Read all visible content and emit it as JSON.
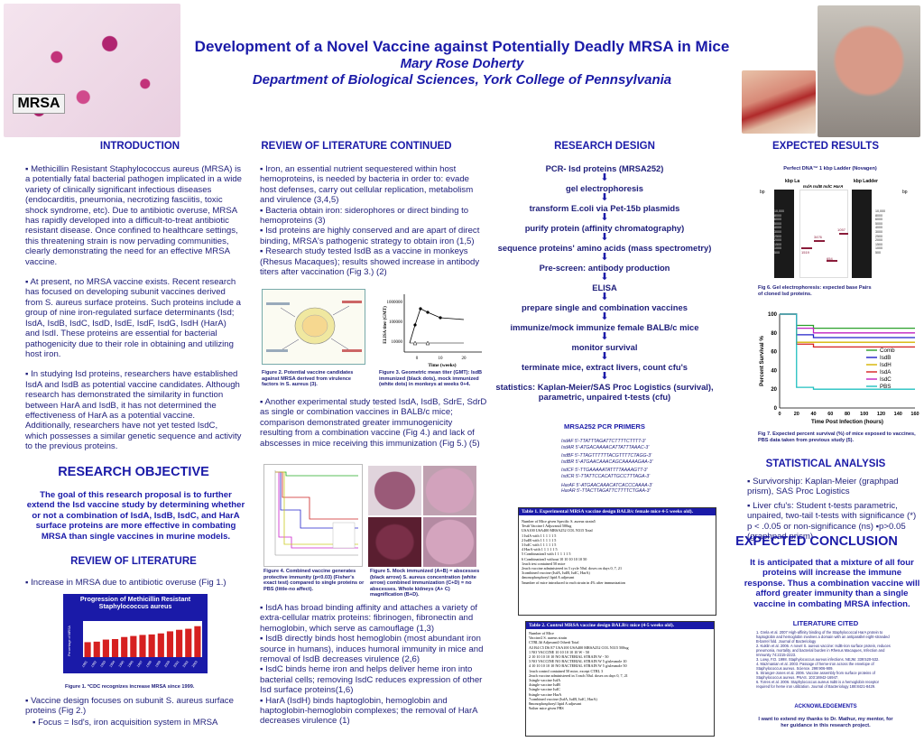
{
  "header": {
    "title": "Development of a Novel Vaccine against Potentially Deadly MRSA in Mice",
    "author": "Mary Rose Doherty",
    "department": "Department of Biological Sciences, York College of Pennsylvania",
    "mrsa_label": "MRSA"
  },
  "intro": {
    "heading": "INTRODUCTION",
    "p1": "▪  Methicillin Resistant Staphylococcus aureus (MRSA) is a potentially fatal bacterial pathogen implicated in a wide variety of clinically significant infectious diseases (endocarditis, pneumonia, necrotizing fasciitis, toxic shock syndrome, etc). Due to antibiotic overuse, MRSA has rapidly developed into a difficult-to-treat antibiotic resistant disease. Once confined to healthcare settings, this threatening strain is now pervading communities, clearly demonstrating the need for an effective MRSA vaccine.",
    "p2": "▪  At present, no MRSA vaccine exists. Recent research has focused on developing subunit vaccines derived from S. aureus surface proteins. Such proteins include a group of nine iron-regulated surface determinants (Isd; IsdA, IsdB, IsdC, IsdD, IsdE, IsdF, IsdG, IsdH (HarA) and IsdI. These proteins are essential for bacterial pathogenicity due to their role in obtaining and utilizing host iron.",
    "p3": "▪  In studying Isd proteins, researchers have established IsdA and IsdB as potential vaccine candidates. Although research has demonstrated the similarity in function between HarA and IsdB, it has not determined the effectiveness of HarA as a potential vaccine. Additionally, researchers have not yet tested IsdC, which possesses a similar genetic sequence and activity to the previous proteins."
  },
  "objective": {
    "heading": "RESEARCH OBJECTIVE",
    "text": "The goal of this research proposal is to further extend the Isd vaccine study by determining whether or not a combination of IsdA, IsdB, IsdC, and HarA surface proteins are more effective in combating MRSA than single vaccines in murine models."
  },
  "review1": {
    "heading": "REVIEW OF LITERATURE",
    "item1": "▪  Increase in MRSA due to antibiotic overuse (Fig 1.)",
    "chart_caption": "Figure 1. *CDC recognizes increase MRSA since 1999.",
    "item2": "▪  Vaccine design focuses on subunit S. aureus surface proteins (Fig 2.)",
    "item3": "▪  Focus = Isd's, iron acquisition system in MRSA"
  },
  "review2": {
    "heading": "REVIEW OF LITERATURE CONTINUED",
    "p1": "▪  Iron, an essential nutrient sequestered within host hemoproteins, is needed by bacteria in order to: evade host defenses, carry out cellular replication, metabolism and virulence (3,4,5)",
    "p2": "▪  Bacteria obtain iron: siderophores or direct binding to hemoproteins (3)",
    "p3": "▪  Isd proteins are highly conserved and are apart of direct binding, MRSA's pathogenic strategy to obtain iron (1,5)",
    "p4": "▪  Research study tested IsdB as a vaccine in monkeys (Rhesus Macaques); results showed increase in antibody titers after vaccination (Fig 3.) (2)",
    "fig2_caption": "Figure 2. Potential vaccine candidates against MRSA derived from virulence factors in S. aureus (3).",
    "fig3_caption": "Figure 3. Geometric mean titer (GMT): IsdB immunized (black dots), mock immunized (white dots) in monkeys at weeks 0+4.",
    "p5": "▪  Another experimental study tested IsdA, IsdB, SdrE, SdrD as single or combination vaccines in BALB/c mice; comparison demonstrated greater immunogenicity resulting from a combination vaccine (Fig 4.) and lack of abscesses in mice receiving this immunization (Fig 5.) (5)",
    "fig4_caption": "Figure 4. Combined vaccine generates protective immunity (p<0.03) (Fisher's exact test) compared to single proteins or PBS (little-no affect).",
    "fig5_caption": "Figure 5. Mock immunized (A+B) = abscesses (black arrow) S. aureus concentration (white arrow) combined immunization (C+D) = no abscesses. Whole kidneys (A+ C) magnification (B+D).",
    "p6": "▪  IsdA has broad binding affinity and attaches a variety of extra-cellular matrix proteins: fibrinogen, fibronectin and hemoglobin, which serve as camouflage  (1,3)",
    "p7": "▪  IsdB directly binds host hemoglobin (most abundant iron source in humans), induces humoral immunity in mice and removal of IsdB decreases virulence (2,6)",
    "p8": "▪  IsdC binds heme iron and helps deliver heme iron into bacterial cells; removing IsdC reduces expression of other Isd surface proteins(1,6)",
    "p9": "▪  HarA (IsdH) binds haptoglobin, hemoglobin and haptoglobin-hemoglobin complexes; the removal of HarA decreases virulence (1)",
    "fig3_ylabel": "ELISA titer (GMT)",
    "fig3_xlabel": "Time (weeks)",
    "fig3_yticks": [
      "1000000",
      "100000",
      "10000"
    ],
    "fig3_xticks": [
      "0",
      "10",
      "20"
    ]
  },
  "design": {
    "heading": "RESEARCH DESIGN",
    "steps": [
      "PCR- Isd proteins (MRSA252)",
      "gel electrophoresis",
      "transform E.coli via Pet-15b plasmids",
      "purify protein (affinity chromatography)",
      "sequence proteins' amino acids (mass spectrometry)",
      "Pre-screen: antibody production",
      "ELISA",
      "prepare single and combination vaccines",
      "immunize/mock immunize female BALB/c mice",
      "monitor survival",
      "terminate mice, extract livers, count cfu's",
      "statistics: Kaplan-Meier/SAS Proc Logistics (survival), parametric, unpaired t-tests (cfu)"
    ],
    "arrow": "⬇",
    "primers_heading": "MRSA252 PCR PRIMERS",
    "primers": [
      "IsdAF 5'-TTATTTAGATTCTTTTCTTTT-3'",
      "IsdAR 5'-ATGACAAAACATTATTTAAAC-3'",
      "",
      "IsdBF 5'-TTAGTTTTTTACGTTTTCTAGG-3'",
      "IsdBR 5'-ATGAACAAACAGCAAAAAGAA-3'",
      "",
      "IsdCF 5'-TTGAAAAATATTTTAAAAGTT-3'",
      "IsdCR 5'-TTATTCCACATTGCCTTTAGA-3'",
      "",
      "HarAF 5'-ATGAACAAACATCACCCAAAA-3'",
      "HarAR 5'-TTACTTAGATTCTTTTCTGAA-3'"
    ],
    "table1_title": "Table 1. Experimental MRSA vaccine design BALB/c female mice 4-5 weeks old).",
    "table1_rows": [
      "Number of Mice given Specific S. aureus strain5",
      "Test# Vaccine1 Adjuvant4 500ug",
      "USA100  USA400  MRSA252  COL  N315  Total",
      "1  IsdA  with  1  1  1  1  1  5",
      "2  IsdB  with  1  1  1  1  1  5",
      "3  IsdC  with  1  1  1  1  1  5",
      "4  HarA  with  1  1  1  1  1  5",
      "5  Combination3  with  1  1  1  1  1  5",
      "6  Combination3  without  10  10  10  10  10  50",
      "1each test contained 50 mice",
      "2each vaccine administered in 3 cycle 50ul. doses on days 0, 7, 21",
      "3combined vaccine (IsdA, IsdB, IsdC, HarA)",
      "4monophosphoryl lipid A adjuvant",
      "5number of mice introduced to each strain in 4% after immunization"
    ],
    "table2_title": "Table 2. Control MRSA vaccine design BALB/c mice (4-5 weeks old).",
    "table2_rows": [
      "Number of Mice",
      "Vaccine2  S. aureus strain",
      "CTRL3# Adjuvant4 Other# Total",
      "A3 B4 C5 D6 E7  USA100 USA400 MRSA252 COL N315 500ug",
      "1  NO VACCINE  10 10 10 10 10  W  -  50",
      "2  10 10 10 10 10  NO  BACTERIAL  STRAIN  W  -  50",
      "3  NO VACCINE  NO  BACTERIAL  STRAIN  W  5 g/ulesmole  10",
      "4  10 10 10 10 10  NO  BACTERIAL  STRAIN  W  5 g/ulesmole  50",
      "1each control contained 50 mice, except CTRL 3",
      "2each vaccine administered in 3 each 50ul. doses on days 0, 7, 21",
      "3single vaccine IsdA",
      "4single vaccine IsdB",
      "5single vaccine IsdC",
      "6single vaccine HarA",
      "7combined vaccine (IsdA, IsdB, IsdC, HarA)",
      "8monophosphoryl lipid A adjuvant",
      "9other mice given PBS"
    ]
  },
  "results": {
    "heading": "EXPECTED RESULTS",
    "gel_title": "Perfect DNA™ 1 kbp Ladder (Novagen)",
    "gel_kbp_left": "kbp La",
    "gel_kbp_right": "kbp Ladder",
    "gel_lanes": "IsdA IsdB IsdC HarA",
    "gel_bp_left": "bp",
    "gel_bp_right": "bp",
    "gel_sizes": [
      "10,000",
      "8000",
      "6000",
      "5000",
      "4000",
      "3000",
      "2500",
      "2000",
      "1500",
      "1000",
      "500"
    ],
    "gel_band_labels": [
      "1519",
      "3476",
      "1057",
      "654"
    ],
    "gel_caption": "Fig 6. Gel electrophoresis: expected base Pairs  of cloned Isd proteins.",
    "km_caption": "Fig 7. Expected percent survival (%) of mice exposed to vaccines, PBS data taken from previous study (5).",
    "stats_heading": "STATISTICAL ANALYSIS",
    "stats": [
      "▪  Survivorship: Kaplan-Meier (graphpad prism), SAS Proc Logistics",
      "▪  Liver cfu's: Student t-tests parametric, unpaired, two-tail t-tests with significance (*) p < .0.05 or non-significance (ns) ▪p>0.05 (graphpad prism)"
    ],
    "conclusion_heading": "EXPECTED CONCLUSION",
    "conclusion": "It is anticipated that a mixture of all four proteins will increase the immune response. Thus a combination vaccine will afford greater immunity than a single vaccine in combating MRSA infection.",
    "lit_heading": "LITERATURE CITED",
    "lit": [
      "1. Grela et al. 2007 High-affinity binding of the Staphylococcal HarA protein to haptoglobin and hemoglobin involves a domain with an antiparallel eight-stranded B-barrel fold. Journal of Bacteriology",
      "2. Kuklin et al. 2006. A novel S. aureus vaccine: IsdB-iron surface protein, reduces pneumonia, mortality, and bacterial burden in Rhesus Macaques, Infection and Immunity 74:2215-2223.",
      "3. Lowy, F.D. 1998. Staphylococcus aureus infections. NEJM. 339:520-532.",
      "4. Mazmanian et al. 2003. Passage of heme-iron across the envelope of Staphylococcus aureus. Science. 299:906-909.",
      "5. Stranger-Jones et al. 2006. Vaccine assembly from surface proteins of Staphylococcus aureus. PNAS. 103:16942-16947.",
      "6. Torres et al. 2006. Staphylococcus aureus IsdB is a hemoglobin receptor required for heme iron utilization. Journal of Bacteriology 188:8421-8429."
    ],
    "ack_heading": "ACKNOWLEDGEMENTS",
    "ack": "I want to extend my thanks to Dr. Mathur, my mentor, for her guidance in this research project."
  },
  "chart_data": [
    {
      "type": "bar",
      "title": "Progression of Methicillin Resistant Staphylococcus aureus",
      "ylabel": "Percentage of MRSA",
      "categories": [
        "1991",
        "1992",
        "1993",
        "1994",
        "1995",
        "1996",
        "1997",
        "1998",
        "1999",
        "2000",
        "2001",
        "2002",
        "2003"
      ],
      "values": [
        29,
        30,
        34,
        35,
        39,
        41,
        43,
        44,
        46,
        50,
        53,
        55,
        60
      ],
      "ylim": [
        0,
        70
      ],
      "color": "#d62020"
    },
    {
      "type": "line",
      "title": "",
      "xlabel": "Time Post Infection (hours)",
      "ylabel": "Percent Survival %",
      "x": [
        0,
        20,
        40,
        60,
        80,
        100,
        120,
        140,
        160
      ],
      "ylim": [
        0,
        100
      ],
      "xlim": [
        0,
        160
      ],
      "legend": "center-right",
      "series": [
        {
          "name": "Comb",
          "color": "#2aa02a",
          "values": [
            100,
            88,
            85,
            85,
            85,
            85,
            85,
            85,
            85
          ]
        },
        {
          "name": "IsdB",
          "color": "#2020c8",
          "values": [
            100,
            78,
            75,
            75,
            75,
            75,
            75,
            75,
            75
          ]
        },
        {
          "name": "IsdH",
          "color": "#d6b400",
          "values": [
            100,
            70,
            70,
            70,
            70,
            70,
            70,
            70,
            70
          ]
        },
        {
          "name": "IsdA",
          "color": "#d62020",
          "values": [
            100,
            68,
            65,
            65,
            65,
            65,
            65,
            65,
            65
          ]
        },
        {
          "name": "IsdC",
          "color": "#c020c0",
          "values": [
            100,
            85,
            80,
            80,
            80,
            80,
            80,
            80,
            80
          ]
        },
        {
          "name": "PBS",
          "color": "#20c0c0",
          "values": [
            100,
            22,
            20,
            20,
            20,
            20,
            20,
            20,
            20
          ]
        }
      ],
      "yticks": [
        0,
        20,
        40,
        60,
        80,
        100
      ],
      "xticks": [
        0,
        20,
        40,
        60,
        80,
        100,
        120,
        140,
        160
      ]
    }
  ]
}
